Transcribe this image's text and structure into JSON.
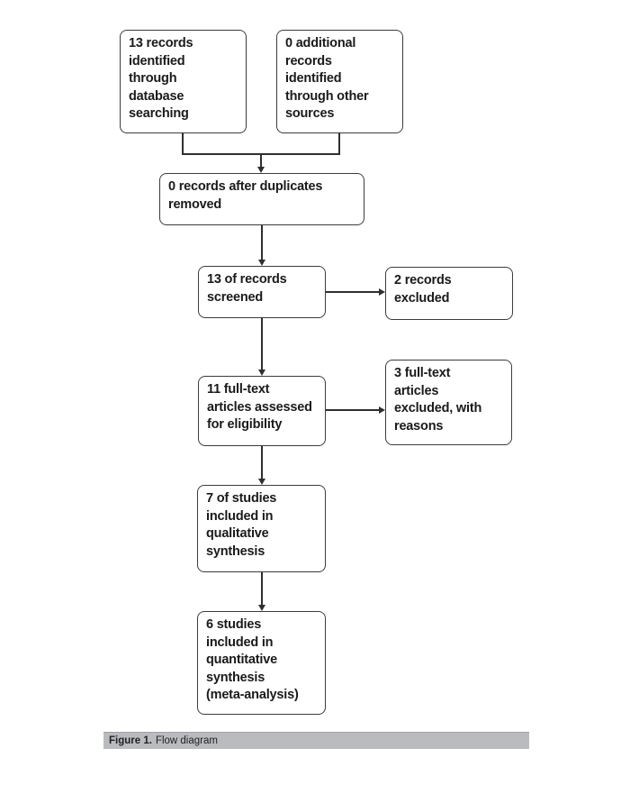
{
  "figure": {
    "boxes": [
      {
        "id": "records-identified-database",
        "text": "13 records\nidentified\nthrough\ndatabase\nsearching"
      },
      {
        "id": "records-identified-other-sources",
        "text": "0 additional\nrecords\nidentified\nthrough other\nsources"
      },
      {
        "id": "records-after-duplicates-removed",
        "text": "0 records after duplicates\nremoved"
      },
      {
        "id": "records-screened",
        "text": "13 of records\nscreened"
      },
      {
        "id": "records-excluded",
        "text": "2 records\nexcluded"
      },
      {
        "id": "fulltext-assessed",
        "text": "11 full-text\narticles assessed\nfor eligibility"
      },
      {
        "id": "fulltext-excluded",
        "text": "3 full-text\narticles\nexcluded, with\nreasons"
      },
      {
        "id": "qualitative-synthesis",
        "text": "7 of studies\nincluded in\nqualitative\nsynthesis"
      },
      {
        "id": "quantitative-synthesis",
        "text": "6 studies\nincluded in\nquantitative\nsynthesis\n(meta-analysis)"
      }
    ],
    "caption": {
      "label": "Figure 1.",
      "text": "Flow diagram"
    },
    "colors": {
      "box_border": "#3c3c3c",
      "connector_line": "#2f2f2f",
      "box_text": "#1a1a1a",
      "caption_bar_bg": "#b9bbbf"
    }
  }
}
